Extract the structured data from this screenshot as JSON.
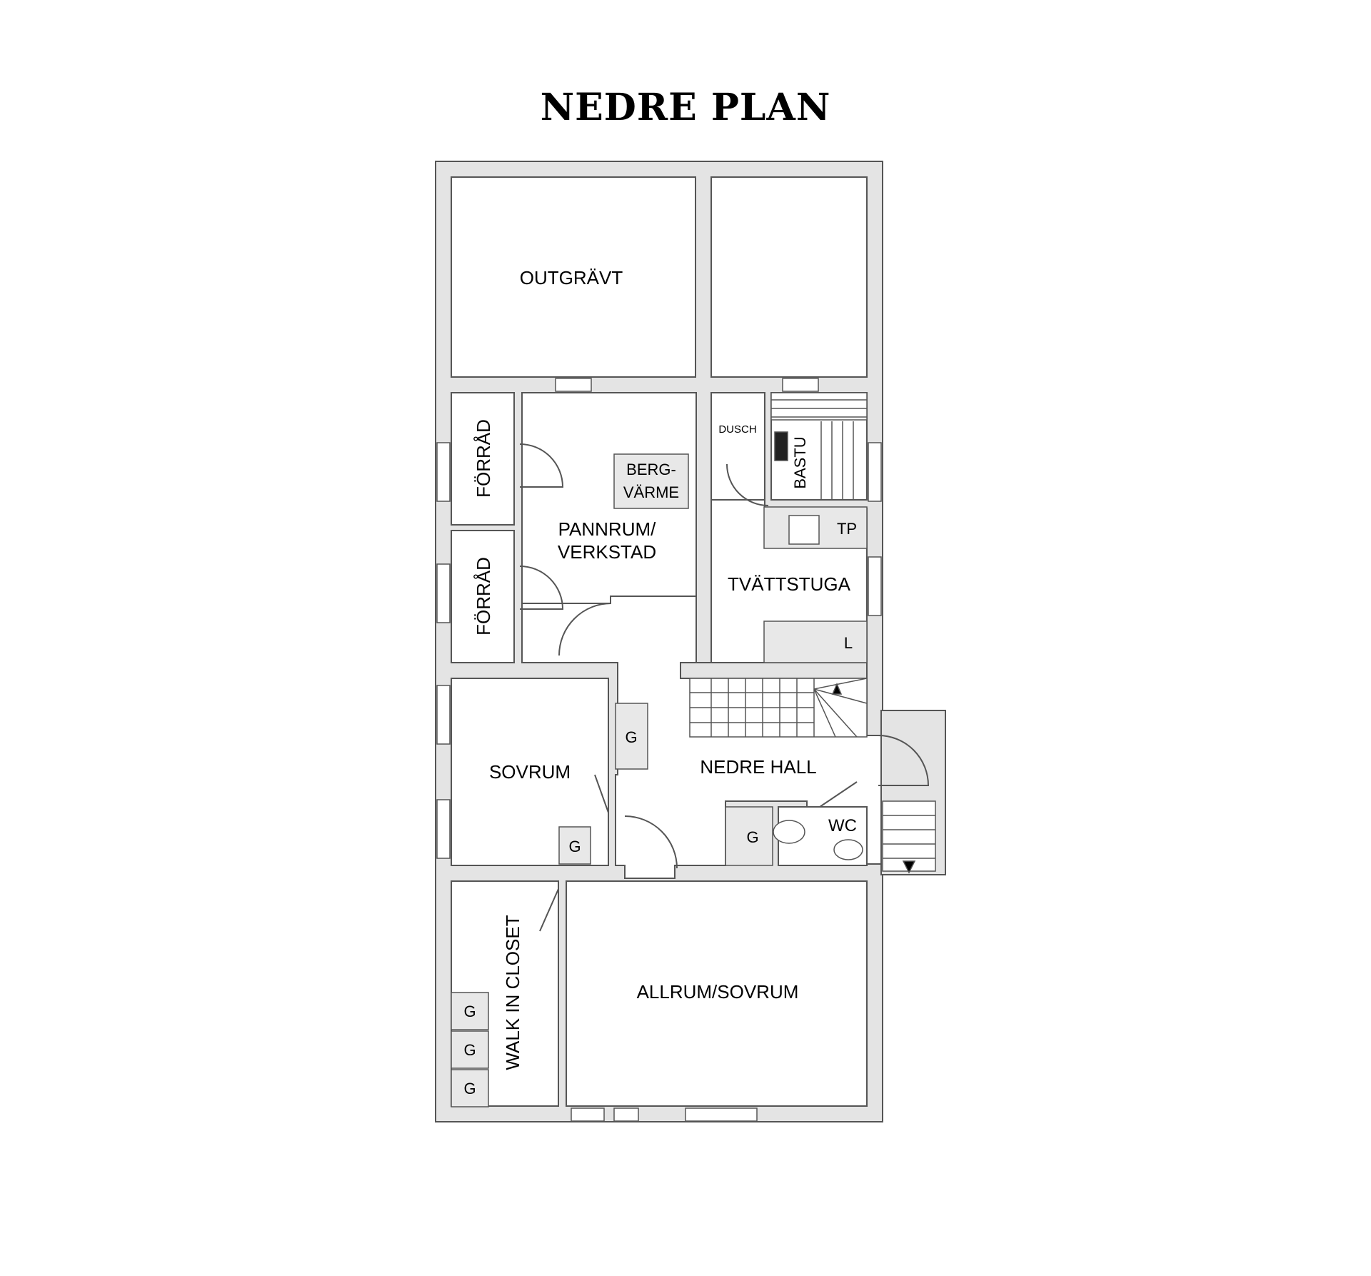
{
  "title": "NEDRE PLAN",
  "colors": {
    "wall": "#e4e4e4",
    "wall_stroke": "#555555",
    "floor": "#ffffff",
    "fixture": "#e8e8e8"
  },
  "rooms": {
    "outgravt": "OUTGRÄVT",
    "forrad_upper": "FÖRRÅD",
    "forrad_lower": "FÖRRÅD",
    "pannrum_line1": "PANNRUM/",
    "pannrum_line2": "VERKSTAD",
    "dusch": "DUSCH",
    "bastu": "BASTU",
    "tvattstuga": "TVÄTTSTUGA",
    "sovrum": "SOVRUM",
    "nedre_hall": "NEDRE HALL",
    "wc": "WC",
    "walk_in_closet": "WALK IN CLOSET",
    "allrum": "ALLRUM/SOVRUM"
  },
  "fixtures": {
    "bergvarme_line1": "BERG-",
    "bergvarme_line2": "VÄRME",
    "tp": "TP",
    "l": "L",
    "wardrobe": "G"
  }
}
